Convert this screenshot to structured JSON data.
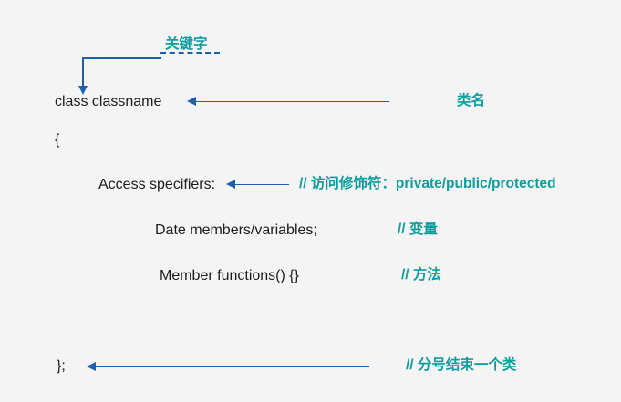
{
  "colors": {
    "background": "#f5f4f5",
    "annotation_teal": "#0d9e9e",
    "arrow_blue": "#1e5fae",
    "code_text": "#1c1c1c"
  },
  "diagram": {
    "title_semantic": "cpp-class-syntax-explained",
    "keyword_label": "关键字",
    "class_declaration": "class classname",
    "classname_label": "类名",
    "open_brace": "{",
    "access_specifiers": "Access specifiers:",
    "access_comment": "// 访问修饰符：private/public/protected",
    "data_members": "Date members/variables;",
    "data_members_comment": "// 变量",
    "member_functions": "Member functions() {}",
    "member_functions_comment": "// 方法",
    "closing_brace": "};",
    "closing_comment": "// 分号结束一个类"
  }
}
